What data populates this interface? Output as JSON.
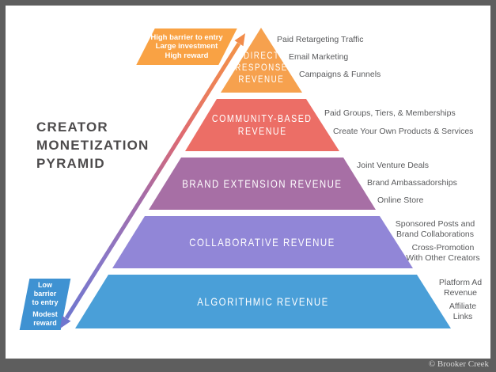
{
  "frame": {
    "credit": "© Brooker Creek"
  },
  "title": {
    "lines": [
      "CREATOR",
      "MONETIZATION",
      "PYRAMID"
    ]
  },
  "callout_top": {
    "lines": [
      "High barrier to entry",
      "Large investment",
      "High reward"
    ],
    "color": "#F9A244"
  },
  "callout_bottom": {
    "group1": [
      "Low",
      "barrier",
      "to entry"
    ],
    "group2": [
      "Modest",
      "reward"
    ],
    "color": "#3F92D2"
  },
  "pyramid": {
    "levels": [
      {
        "id": "direct-response-revenue",
        "color": "#F6A14E",
        "lines": [
          "DIRECT",
          "RESPONSE",
          "REVENUE"
        ]
      },
      {
        "id": "community-based-revenue",
        "color": "#EC6E66",
        "lines": [
          "COMMUNITY-BASED",
          "REVENUE"
        ]
      },
      {
        "id": "brand-extension-revenue",
        "color": "#A76FA5",
        "lines": [
          "BRAND EXTENSION REVENUE"
        ]
      },
      {
        "id": "collaborative-revenue",
        "color": "#9186D7",
        "lines": [
          "COLLABORATIVE REVENUE"
        ]
      },
      {
        "id": "algorithmic-revenue",
        "color": "#4A9FD8",
        "lines": [
          "ALGORITHMIC REVENUE"
        ]
      }
    ]
  },
  "annotations": {
    "direct_response": [
      "Paid Retargeting Traffic",
      "Email Marketing",
      "Campaigns & Funnels"
    ],
    "community_based": [
      "Paid Groups, Tiers, & Memberships",
      "Create Your Own Products & Services"
    ],
    "brand_extension": [
      "Joint Venture Deals",
      "Brand Ambassadorships",
      "Online Store"
    ],
    "collaborative": [
      [
        "Sponsored Posts and",
        "Brand Collaborations"
      ],
      [
        "Cross-Promotion",
        "With Other Creators"
      ]
    ],
    "algorithmic": [
      [
        "Platform Ad",
        "Revenue"
      ],
      [
        "Affiliate",
        "Links"
      ]
    ]
  },
  "arrow": {
    "gradient_bottom": "#7077CE",
    "gradient_mid1": "#A66BA6",
    "gradient_mid2": "#DE6A72",
    "gradient_top": "#F29348"
  }
}
